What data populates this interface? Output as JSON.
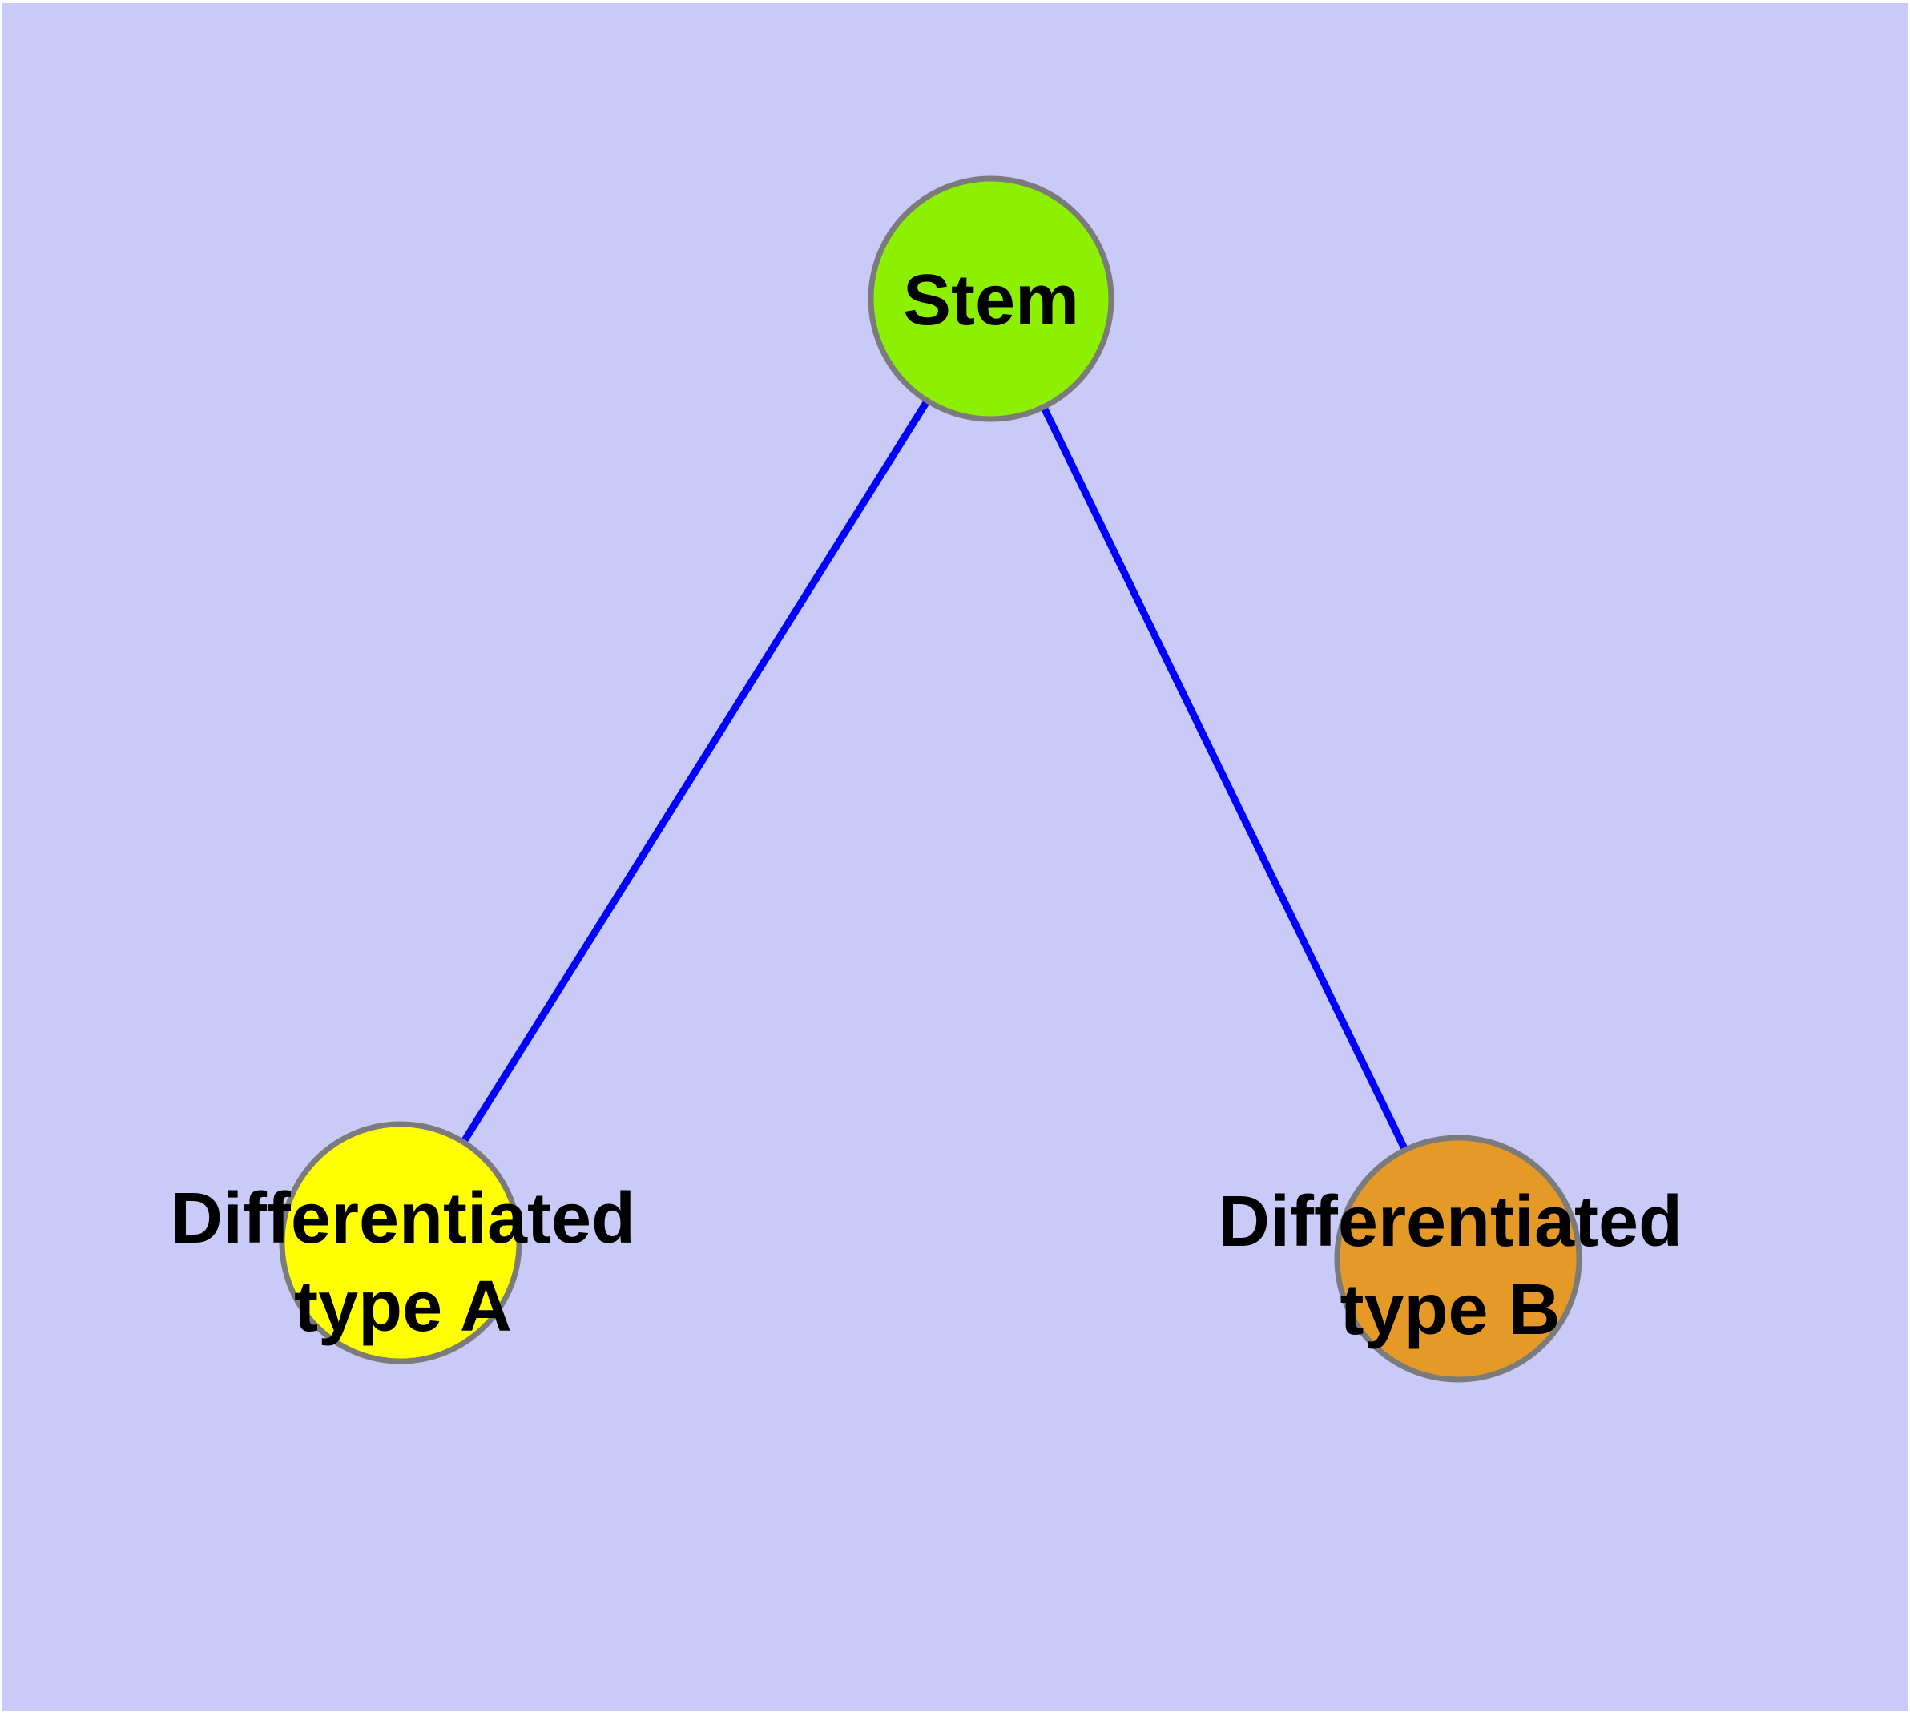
{
  "diagram": {
    "type": "node-link-graph",
    "frame_color": "#ffffff",
    "background_color": "#cacaf8",
    "edge_color": "#0000ff",
    "node_border_color": "#7b7b7b",
    "label_color": "#000000",
    "nodes": [
      {
        "id": "stem",
        "label": "Stem",
        "line1": "Stem",
        "line2": "",
        "fill": "#8df000"
      },
      {
        "id": "differentiated-type-a",
        "label": "Differentiated type A",
        "line1": "Differentiated",
        "line2": "type A",
        "fill": "#ffff00"
      },
      {
        "id": "differentiated-type-b",
        "label": "Differentiated type B",
        "line1": "Differentiated",
        "line2": "type B",
        "fill": "#e59a28"
      }
    ],
    "edges": [
      {
        "from": "stem",
        "to": "differentiated-type-a"
      },
      {
        "from": "stem",
        "to": "differentiated-type-b"
      }
    ]
  }
}
